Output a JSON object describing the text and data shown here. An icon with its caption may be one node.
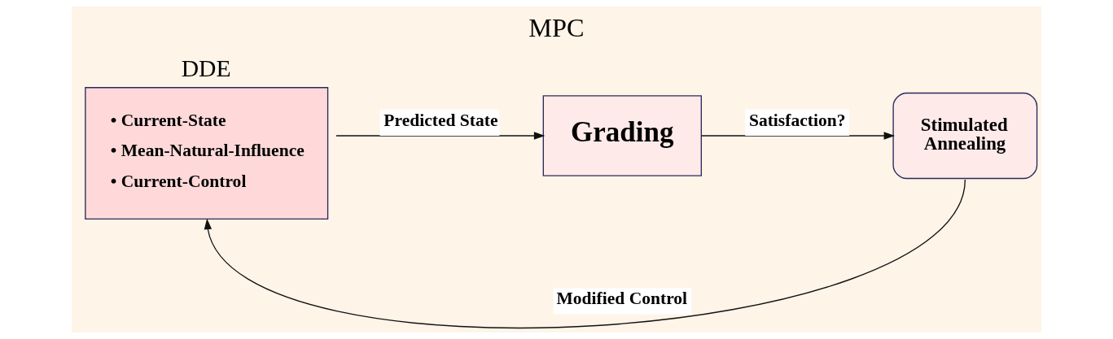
{
  "diagram": {
    "title": "MPC",
    "nodes": [
      {
        "text": [
          "DDE",
          "• Current-State",
          "• Mean-Natural-Influence",
          "• Current-Control"
        ]
      },
      {
        "text": [
          "Grading"
        ]
      },
      {
        "text": [
          "Stimulated Annealing"
        ]
      }
    ],
    "edges": [
      {
        "from": 0,
        "to": 1,
        "arrow": "to",
        "label": "Predicted State"
      },
      {
        "from": 1,
        "to": 2,
        "arrow": "to",
        "label": "Satisfaction?"
      },
      {
        "from": 2,
        "to": 0,
        "arrow": "to",
        "label": "Modified Control"
      }
    ]
  }
}
